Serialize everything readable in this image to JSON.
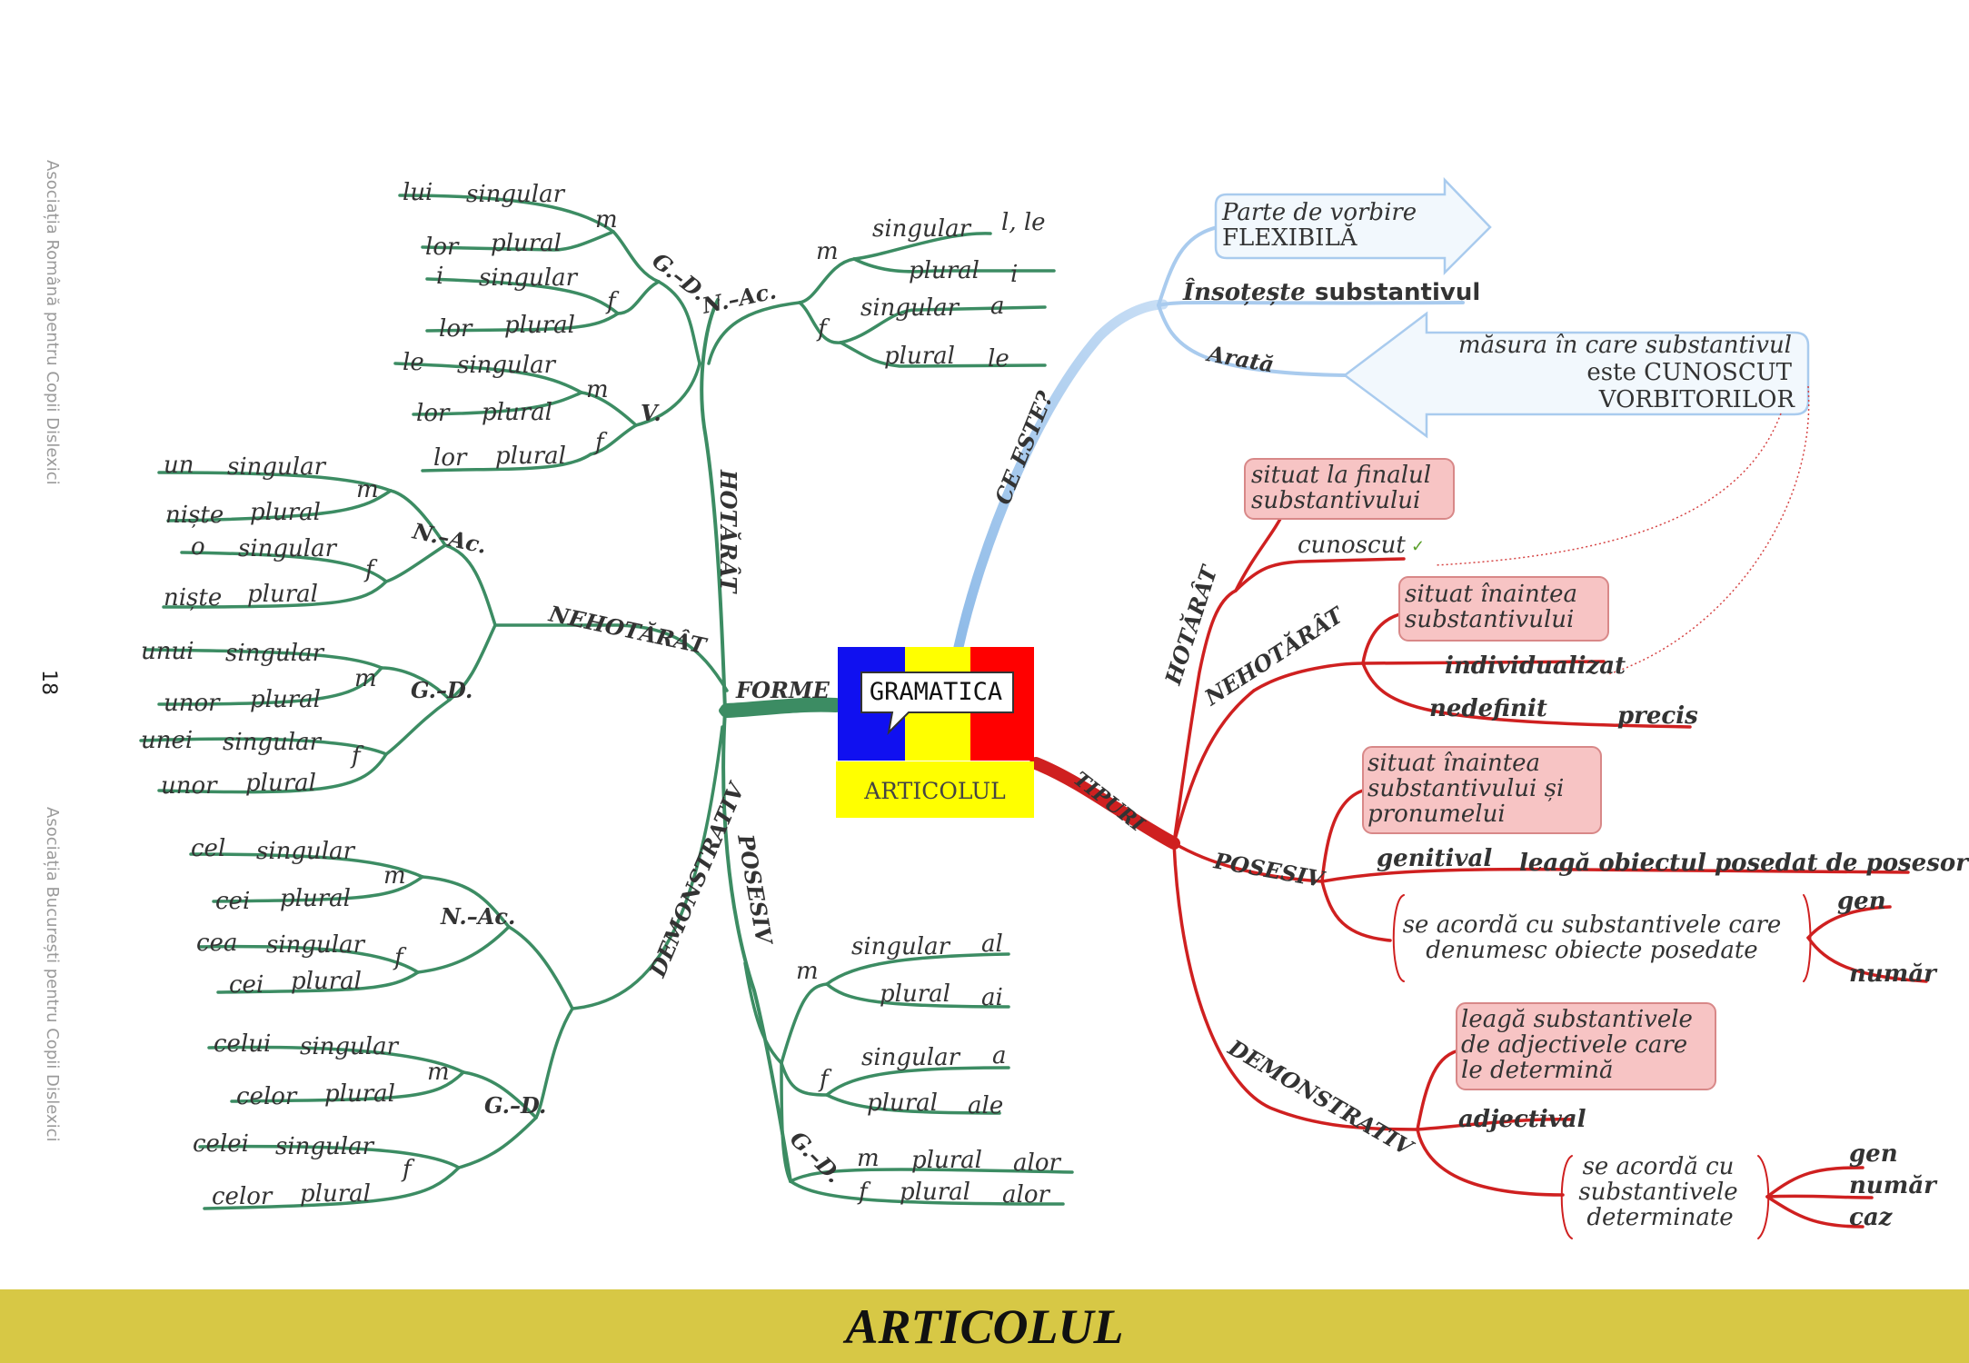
{
  "side_left_top": "Asociația Română pentru Copii Dislexici",
  "side_left_bottom": "Asociația București pentru Copii Dislexici",
  "page_number": "18",
  "footer_title": "ARTICOLUL",
  "colors": {
    "green": "#3c8c63",
    "red": "#cf2020",
    "blue": "#a9cbee",
    "footer": "#d7c845"
  },
  "center": {
    "gramatica": "GRAMATICA",
    "articolul": "ARTICOLUL"
  },
  "forme": {
    "label": "FORME",
    "hotarat": {
      "label": "HOTĂRÂT",
      "nac": {
        "label": "N.–Ac.",
        "m": {
          "label": "m",
          "singular": "singular",
          "singular_val": "l, le",
          "plural": "plural",
          "plural_val": "i"
        },
        "f": {
          "label": "f",
          "singular": "singular",
          "singular_val": "a",
          "plural": "plural",
          "plural_val": "le"
        }
      },
      "gd": {
        "label": "G.–D.",
        "m": {
          "label": "m",
          "singular": "singular",
          "singular_val": "lui",
          "plural": "plural",
          "plural_val": "lor"
        },
        "f": {
          "label": "f",
          "singular": "singular",
          "singular_val": "i",
          "plural": "plural",
          "plural_val": "lor"
        }
      },
      "v": {
        "label": "V.",
        "m": {
          "label": "m",
          "singular": "singular",
          "singular_val": "le",
          "plural": "plural",
          "plural_val": "lor"
        },
        "f": {
          "label": "f",
          "plural": "plural",
          "plural_val": "lor"
        }
      }
    },
    "nehotarat": {
      "label": "NEHOTĂRÂT",
      "nac": {
        "label": "N.–Ac.",
        "m": {
          "label": "m",
          "singular": "singular",
          "singular_val": "un",
          "plural": "plural",
          "plural_val": "niște"
        },
        "f": {
          "label": "f",
          "singular": "singular",
          "singular_val": "o",
          "plural": "plural",
          "plural_val": "niște"
        }
      },
      "gd": {
        "label": "G.–D.",
        "m": {
          "label": "m",
          "singular": "singular",
          "singular_val": "unui",
          "plural": "plural",
          "plural_val": "unor"
        },
        "f": {
          "label": "f",
          "singular": "singular",
          "singular_val": "unei",
          "plural": "plural",
          "plural_val": "unor"
        }
      }
    },
    "demonstrativ": {
      "label": "DEMONSTRATIV",
      "nac": {
        "label": "N.–Ac.",
        "m": {
          "label": "m",
          "singular": "singular",
          "singular_val": "cel",
          "plural": "plural",
          "plural_val": "cei"
        },
        "f": {
          "label": "f",
          "singular": "singular",
          "singular_val": "cea",
          "plural": "plural",
          "plural_val": "cei"
        }
      },
      "gd": {
        "label": "G.–D.",
        "m": {
          "label": "m",
          "singular": "singular",
          "singular_val": "celui",
          "plural": "plural",
          "plural_val": "celor"
        },
        "f": {
          "label": "f",
          "singular": "singular",
          "singular_val": "celei",
          "plural": "plural",
          "plural_val": "celor"
        }
      }
    },
    "posesiv": {
      "label": "POSESIV",
      "m": {
        "label": "m",
        "singular": "singular",
        "singular_val": "al",
        "plural": "plural",
        "plural_val": "ai"
      },
      "f": {
        "label": "f",
        "singular": "singular",
        "singular_val": "a",
        "plural": "plural",
        "plural_val": "ale"
      },
      "gd": {
        "label": "G.–D.",
        "m": "m",
        "m_plural": "plural",
        "m_val": "alor",
        "f": "f",
        "f_plural": "plural",
        "f_val": "alor"
      }
    }
  },
  "ce_este": {
    "label": "CE ESTE?",
    "parte": {
      "line1": "Parte de vorbire",
      "line2": "FLEXIBILĂ"
    },
    "insoteste": "Însoțește",
    "substantivul": "substantivul",
    "arata": "Arată",
    "masura": {
      "line1": "măsura în care substantivul",
      "line2": "este CUNOSCUT",
      "line3": "VORBITORILOR"
    }
  },
  "tipuri": {
    "label": "TIPURI",
    "hotarat": {
      "label": "HOTĂRÂT",
      "note_line1": "situat la finalul",
      "note_line2": "substantivului",
      "cunoscut": "cunoscut",
      "check": "✓"
    },
    "nehotarat": {
      "label": "NEHOTĂRÂT",
      "note_line1": "situat înaintea",
      "note_line2": "substantivului",
      "individualizat": "individualizat",
      "nedefinit": "nedefinit",
      "precis": "precis"
    },
    "posesiv": {
      "label": "POSESIV",
      "note_line1": "situat înaintea",
      "note_line2": "substantivului și",
      "note_line3": "pronumelui",
      "genitival": "genitival",
      "leaga": "leagă obiectul posedat de posesor",
      "acord_line1": "se acordă cu substantivele care",
      "acord_line2": "denumesc obiecte posedate",
      "gen": "gen",
      "numar": "număr"
    },
    "demonstrativ": {
      "label": "DEMONSTRATIV",
      "note_line1": "leagă substantivele",
      "note_line2": "de adjectivele care",
      "note_line3": "le determină",
      "adjectival": "adjectival",
      "acord_line1": "se acordă cu",
      "acord_line2": "substantivele",
      "acord_line3": "determinate",
      "gen": "gen",
      "numar": "număr",
      "caz": "caz"
    }
  }
}
